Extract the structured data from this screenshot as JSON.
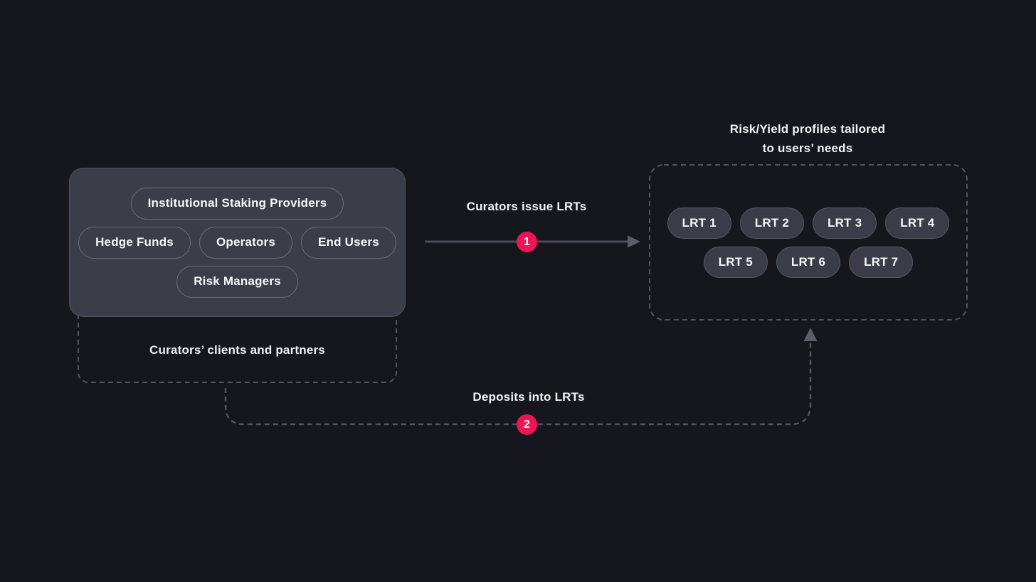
{
  "colors": {
    "background": "#16171d",
    "box_fill": "#3b3e49",
    "pill_border": "#6a6d79",
    "lrt_pill_fill": "#3a3c47",
    "dashed_border": "#51545e",
    "arrow": "#4c4f59",
    "accent_badge": "#ed1554",
    "text": "#f2f3f5"
  },
  "left_group": {
    "rows": [
      [
        "Institutional Staking Providers"
      ],
      [
        "Hedge Funds",
        "Operators",
        "End Users"
      ],
      [
        "Risk Managers"
      ]
    ],
    "caption": "Curators’ clients and partners"
  },
  "flow1": {
    "label": "Curators issue LRTs",
    "badge": "1"
  },
  "flow2": {
    "label": "Deposits into LRTs",
    "badge": "2"
  },
  "right_group": {
    "title_line1": "Risk/Yield profiles tailored",
    "title_line2": "to users’ needs",
    "rows": [
      [
        "LRT 1",
        "LRT 2",
        "LRT 3",
        "LRT 4"
      ],
      [
        "LRT 5",
        "LRT 6",
        "LRT 7"
      ]
    ]
  }
}
